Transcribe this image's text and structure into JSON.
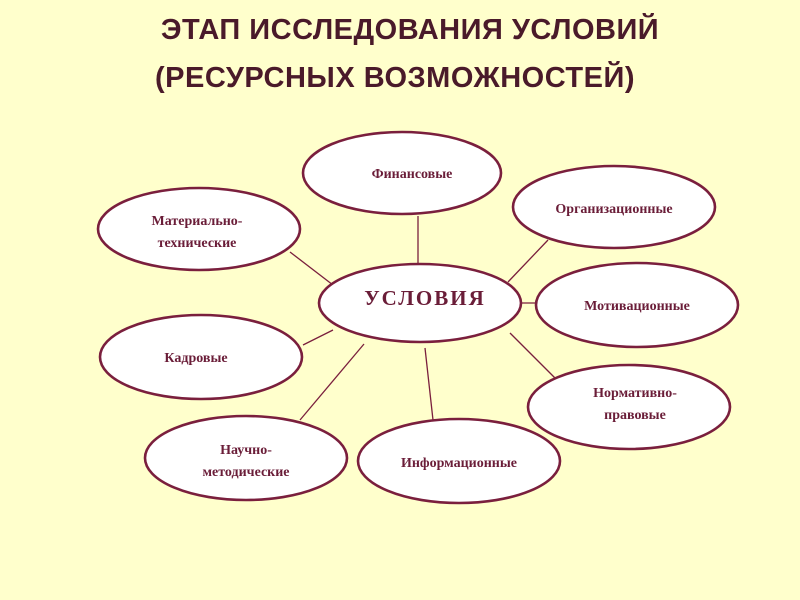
{
  "title": {
    "line1": "ЭТАП ИССЛЕДОВАНИЯ УСЛОВИЙ",
    "line2": "(РЕСУРСНЫХ ВОЗМОЖНОСТЕЙ)"
  },
  "diagram": {
    "center": "УСЛОВИЯ",
    "nodes": {
      "financial": "Финансовые",
      "material_line1": "Материально-",
      "material_line2": "технические",
      "organizational": "Организационные",
      "motivational": "Мотивационные",
      "personnel": "Кадровые",
      "legal_line1": "Нормативно-",
      "legal_line2": "правовые",
      "scientific_line1": "Научно-",
      "scientific_line2": "методические",
      "informational": "Информационные"
    }
  },
  "colors": {
    "background": "#ffffcc",
    "accent": "#7a1f3d",
    "text": "#6a1d38"
  }
}
